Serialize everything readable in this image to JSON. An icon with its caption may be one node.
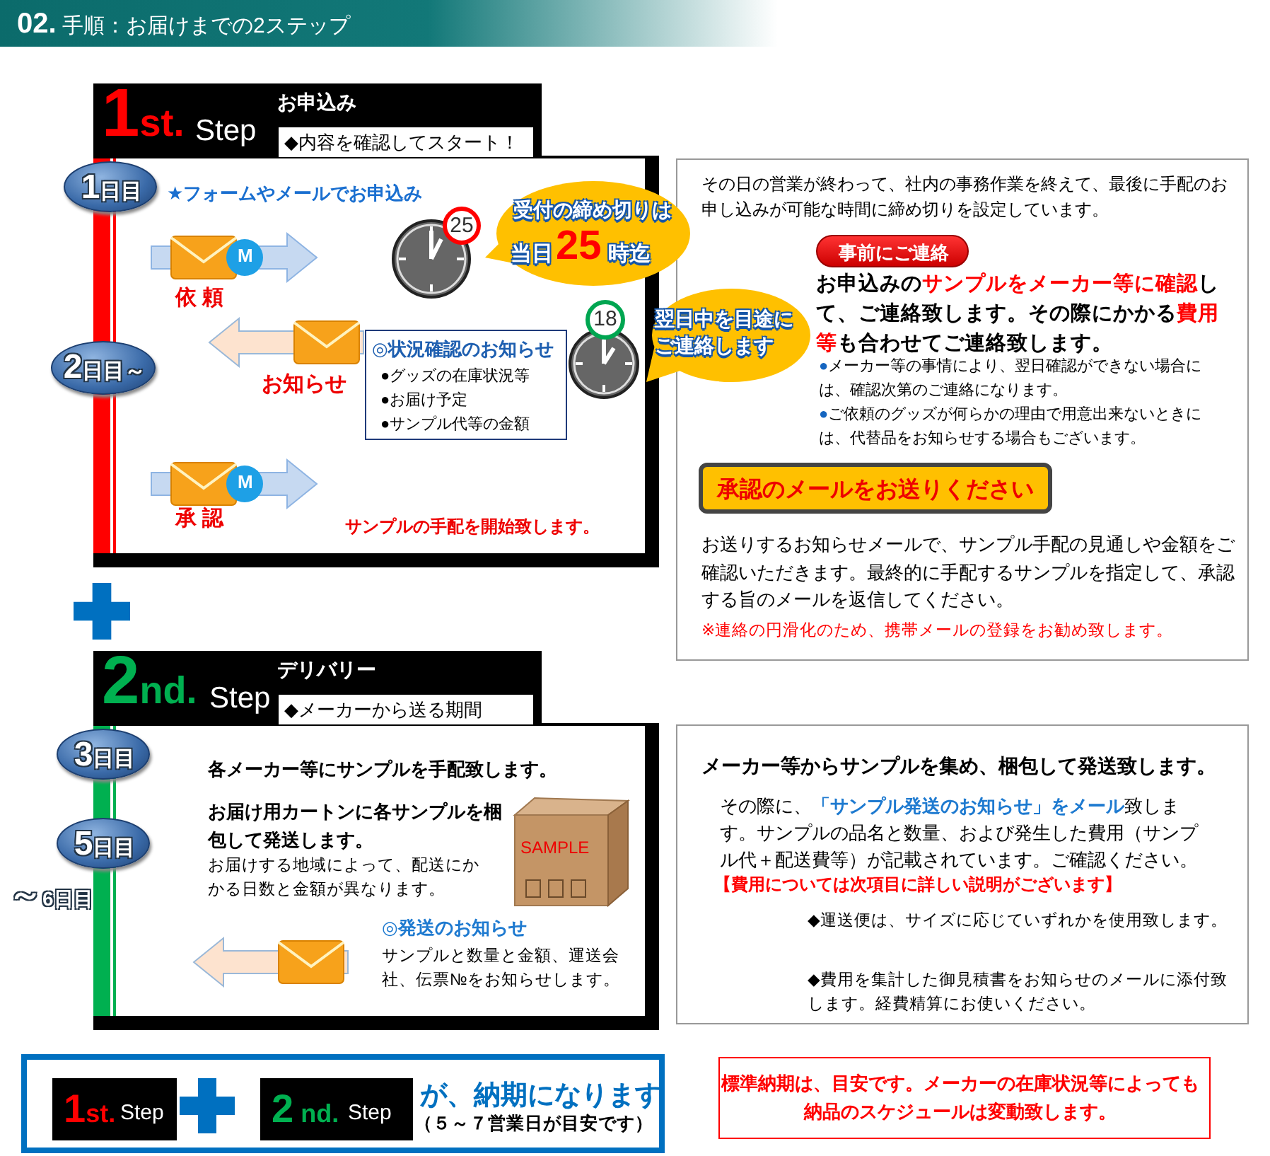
{
  "diagram": {
    "title": "**02.** 手順：お届けまでの2ステップ",
    "nodes": [
      {
        "text": [
          "1st.",
          "Step",
          "お申込み",
          "◆内容を確認してスタート！",
          "★フォームやメールでお申込み",
          "依 頼",
          "お知らせ",
          "承 認",
          "サンプルの手配を開始致します。"
        ]
      },
      {
        "text": [
          "1日目"
        ]
      },
      {
        "text": [
          "2日目～"
        ]
      },
      {
        "text": [
          "25"
        ],
        "in": 0
      },
      {
        "text": [
          "受付の締め切りは",
          "当日",
          "25",
          "時迄"
        ]
      },
      {
        "text": [
          "◎状況確認のお知らせ",
          "●グッズの在庫状況等",
          "●お届け予定",
          "●サンプル代等の金額"
        ],
        "in": 0
      },
      {
        "text": [
          "18"
        ],
        "in": 0
      },
      {
        "text": [
          "翌日中を目途にご連絡します"
        ]
      },
      {
        "text": [
          "その日の営業が終わって、社内の事務作業を終えて、最後に手配のお申し込みが可能な時間に締め切りを設定しています。",
          "お申込みの**サンプルをメーカー等に確認**して、ご連絡致します。その際にかかる**費用等**も合わせてご連絡致します。",
          "●メーカー等の事情により、翌日確認ができない場合には、確認次第のご連絡になります。",
          "●ご依頼のグッズが何らかの理由で用意出来ないときには、代替品をお知らせする場合もございます。",
          "お送りするお知らせメールで、サンプル手配の見通しや金額をご確認いただきます。最終的に手配するサンプルを指定して、承認する旨のメールを返信してください。",
          "※連絡の円滑化のため、携帯メールの登録をお勧め致します。"
        ]
      },
      {
        "text": [
          "事前にご連絡"
        ],
        "in": 8
      },
      {
        "text": [
          "承認のメールをお送りください"
        ],
        "in": 8
      },
      {
        "text": [
          "2nd.",
          "Step",
          "デリバリー",
          "◆メーカーから送る期間",
          "各メーカー等にサンプルを手配致します。",
          "お届け用カートンに各サンプルを梱包して発送します。",
          "お届けする地域によって、配送にかかる日数と金額が異なります。",
          "◎発送のお知らせ",
          "サンプルと数量と金額、運送会社、伝票№をお知らせします。"
        ]
      },
      {
        "text": [
          "3日目"
        ]
      },
      {
        "text": [
          "5日目",
          "～6日目"
        ]
      },
      {
        "text": [
          "メーカー等からサンプルを集め、梱包して発送致します。",
          "その際に、**「サンプル発送のお知らせ」をメール**致します。サンプルの品名と数量、および発生した費用（サンプル代＋配送費等）が記載されています。ご確認ください。",
          "【費用については次項目に詳しい説明がございます】",
          "◆運送便は、サイズに応じていずれかを使用致します。",
          "◆費用を集計した御見積書をお知らせのメールに添付致します。経費精算にお使いください。"
        ]
      },
      {
        "text": [
          "が、納期になります",
          "（５～７営業日が目安です）"
        ]
      },
      {
        "text": [
          "1st.",
          "Step"
        ],
        "in": 15
      },
      {
        "text": [
          "2 nd.",
          "Step"
        ],
        "in": 15
      },
      {
        "text": [
          "標準納期は、目安です。メーカーの在庫状況等によっても納品のスケジュールは変動致します。"
        ]
      }
    ],
    "labels": [
      "M",
      "M",
      "SAMPLE"
    ]
  }
}
